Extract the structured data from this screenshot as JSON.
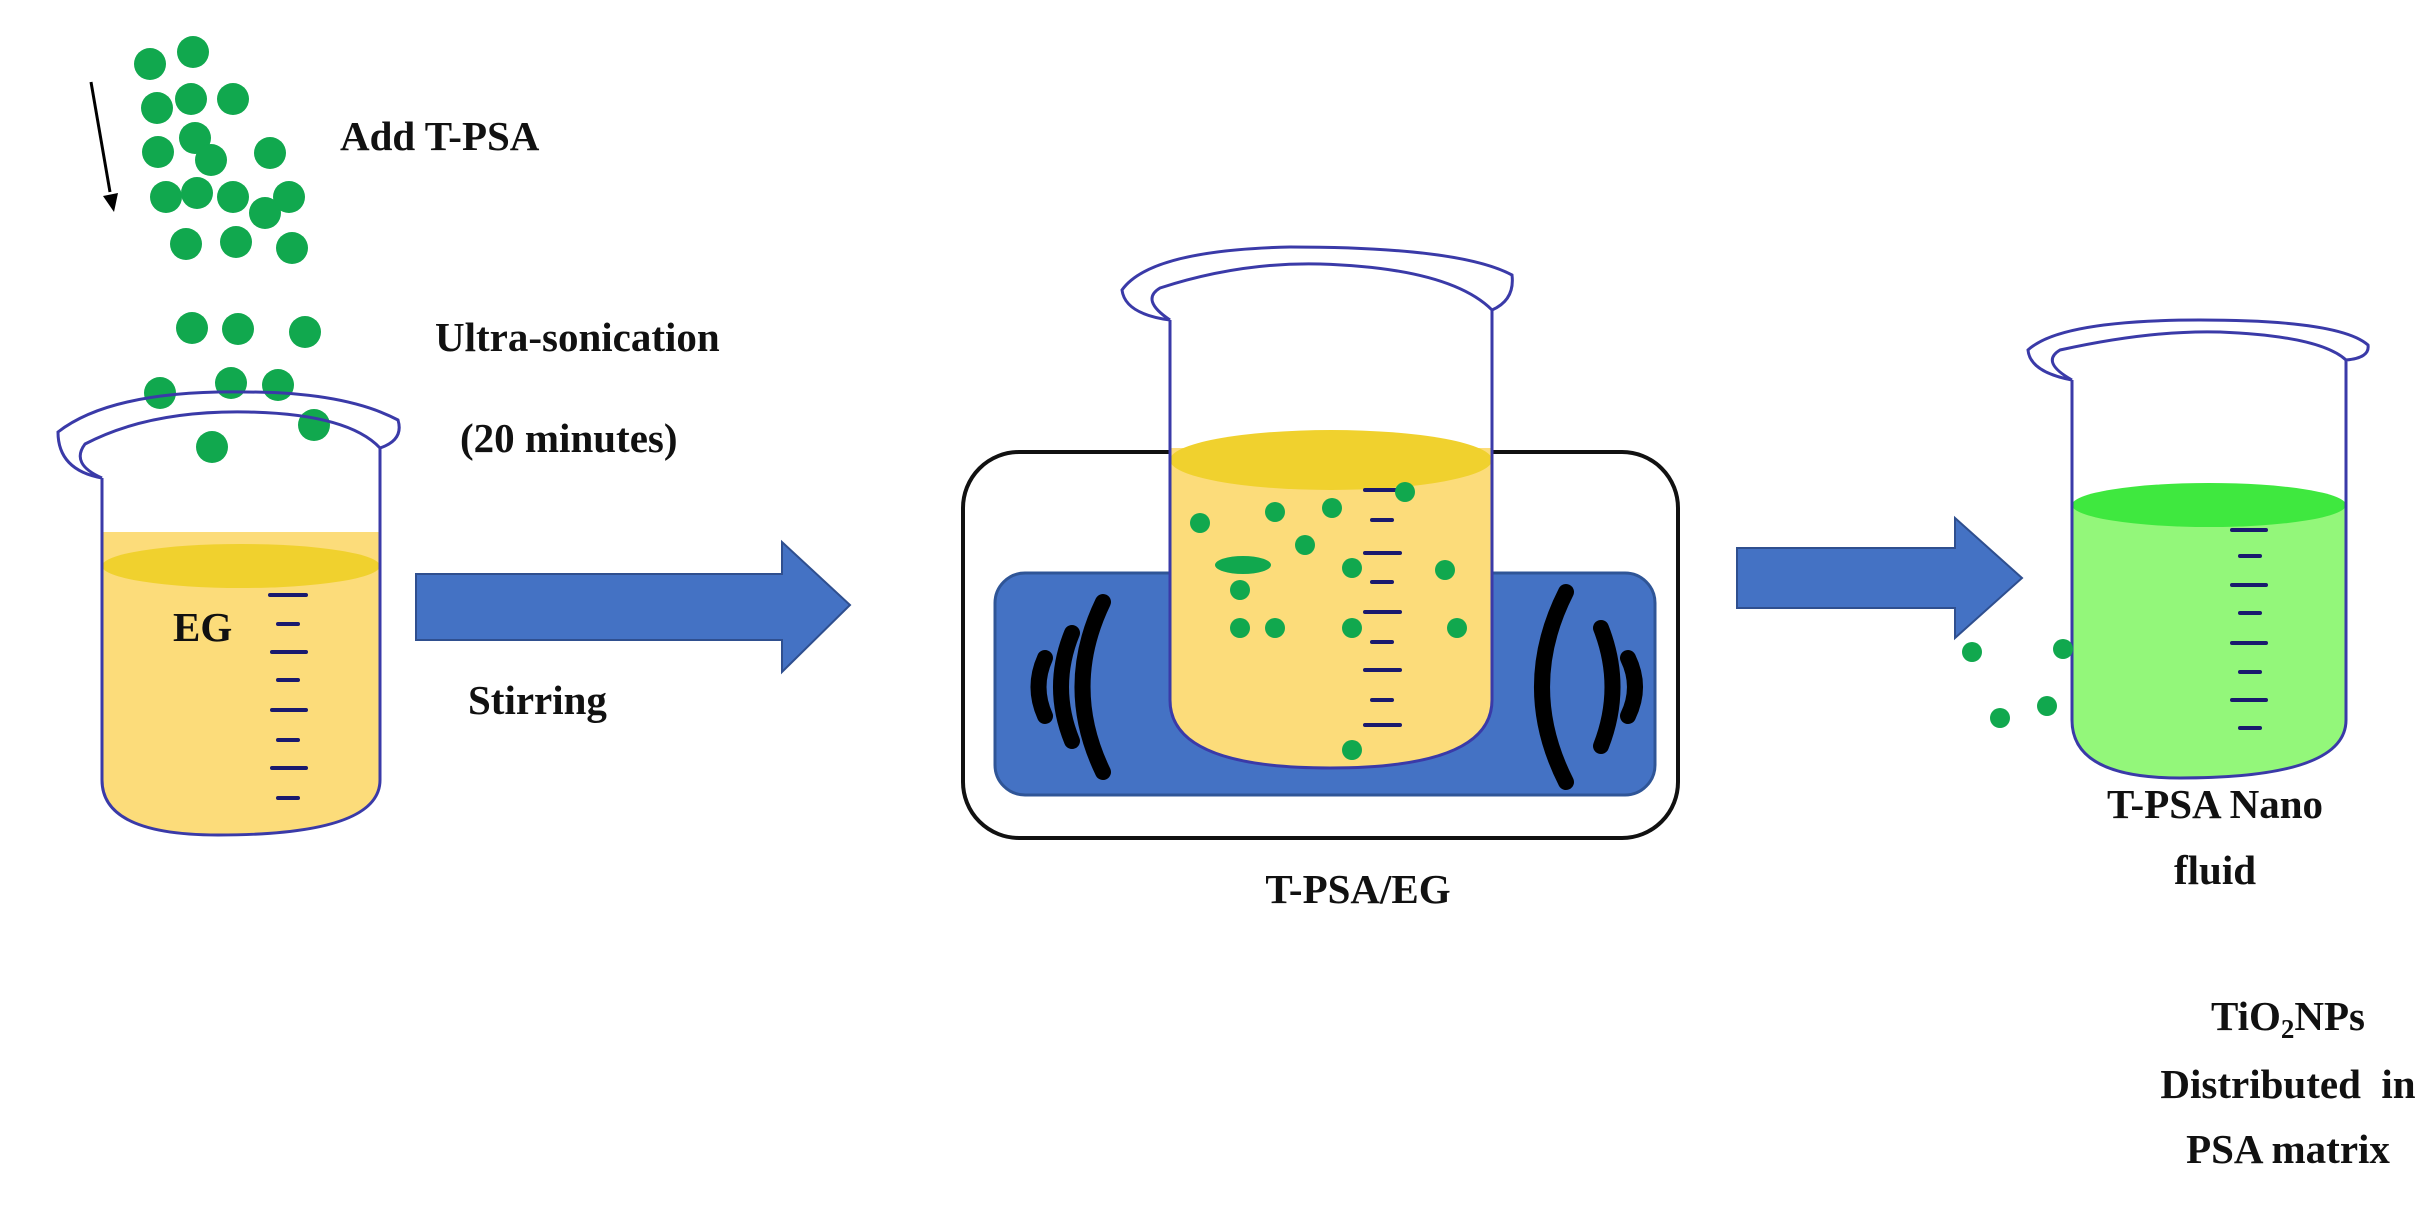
{
  "labels": {
    "add": "Add T-PSA",
    "ultra": "Ultra-sonication",
    "duration": "(20 minutes)",
    "eg": "EG",
    "stirring": "Stirring",
    "mixture": "T-PSA/EG",
    "nano_line1": "T-PSA Nano",
    "nano_line2": "fluid",
    "tio2_prefix": "TiO",
    "tio2_sub": "2",
    "tio2_suffix": "NPs",
    "dist_line2": "Distributed  in",
    "dist_line3": "PSA matrix"
  },
  "colors": {
    "particle": "#11a84e",
    "eg_liquid": "#fcdc7a",
    "eg_surface": "#f0d12e",
    "nanofluid_liquid": "#93f77a",
    "nanofluid_surface": "#3fe83f",
    "arrow": "#4472c4",
    "stirrer": "#4472c4",
    "beaker_outline": "#3a3aa8",
    "graduation": "#1a1a6e"
  },
  "icons": {
    "sound_waves": "sound-wave-icon",
    "stir_bar": "stir-bar-icon"
  }
}
